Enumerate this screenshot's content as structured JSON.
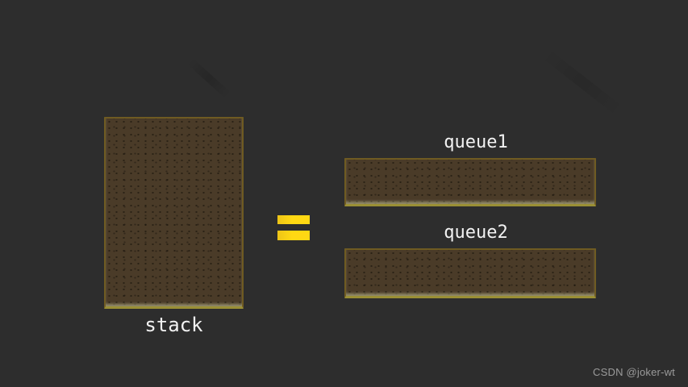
{
  "colors": {
    "background": "#2d2d2d",
    "shape-fill": "#4a3b28",
    "shape-border": "#6f5b22",
    "shape-border-bottom": "#9a8f35",
    "accent-yellow": "#ffd813",
    "label-text": "#f2f2f2",
    "watermark-text": "#9b9b9b"
  },
  "diagram": {
    "title_concept": "stack equals two queues",
    "stack": {
      "label": "stack"
    },
    "queues": [
      {
        "label": "queue1"
      },
      {
        "label": "queue2"
      }
    ],
    "icons": {
      "equals": "="
    }
  },
  "watermark": {
    "text": "CSDN @joker-wt"
  }
}
